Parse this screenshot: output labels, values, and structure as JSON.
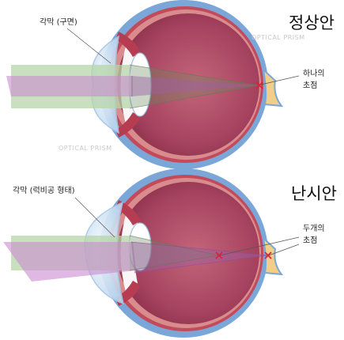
{
  "top_diagram": {
    "title": "정상안",
    "cornea_label": "각막 (구면)",
    "focus_label_line1": "하나의",
    "focus_label_line2": "초점",
    "watermarks": [
      "OPTICAL PRISM",
      "OPTICAL PRISM"
    ]
  },
  "bottom_diagram": {
    "title": "난시안",
    "cornea_label": "각막 (럭비공 형태)",
    "focus_label_line1": "두개의",
    "focus_label_line2": "초점"
  },
  "colors": {
    "sclera": "#7aa6d8",
    "choroid": "#c24a5a",
    "vitreous": "#9e3a52",
    "lens": "#cfe3f4",
    "optic_nerve": "#f1cf86",
    "green_beam": "#b5d6a8",
    "purple_beam": "#c98bd0",
    "focus_mark": "#e0203a"
  }
}
